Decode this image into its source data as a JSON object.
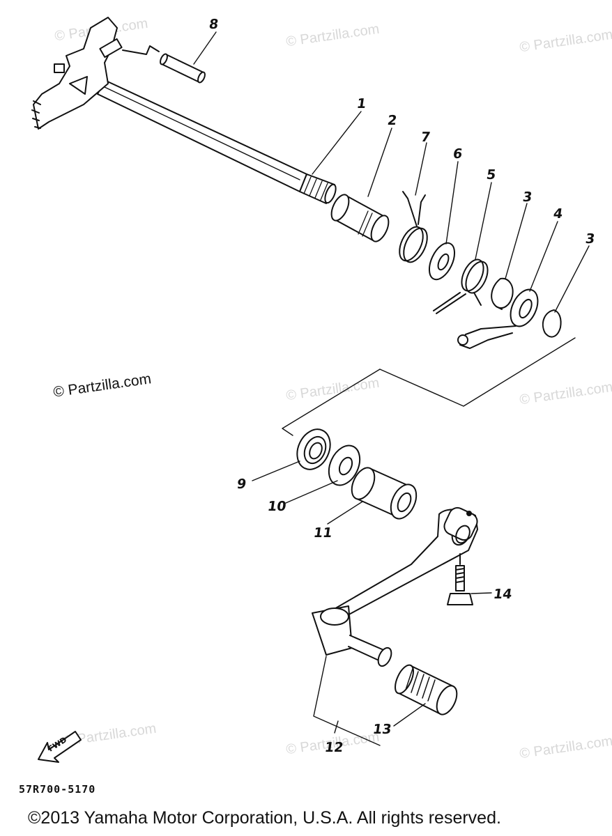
{
  "watermark": "© Partzilla.com",
  "watermark_dark": "© Partzilla.com",
  "callouts": {
    "c1": "1",
    "c2": "2",
    "c3a": "3",
    "c3b": "3",
    "c4": "4",
    "c5": "5",
    "c6": "6",
    "c7": "7",
    "c8": "8",
    "c9": "9",
    "c10": "10",
    "c11": "11",
    "c12": "12",
    "c13": "13",
    "c14": "14"
  },
  "fwd_label": "FWD",
  "diagram_code": "57R700-5170",
  "copyright": "©2013 Yamaha Motor Corporation, U.S.A. All rights reserved."
}
